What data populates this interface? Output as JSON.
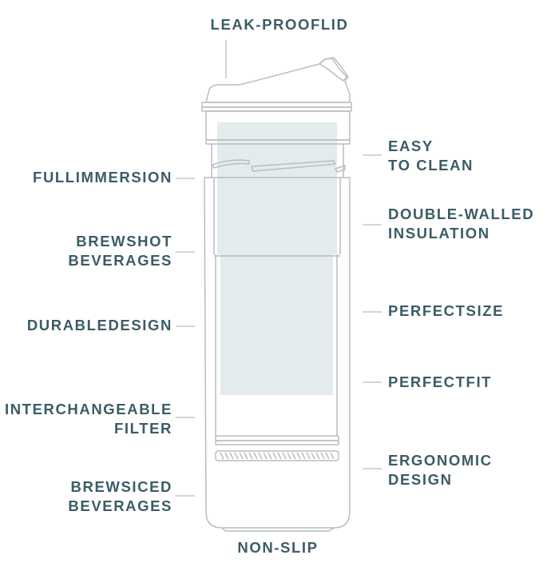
{
  "labels": {
    "lid": [
      "LEAK-PROOFLID"
    ],
    "full_immersion": [
      "FULLIMMERSION"
    ],
    "brew_hot": [
      "BREWSHOT",
      "BEVERAGES"
    ],
    "durable": [
      "DURABLEDESIGN"
    ],
    "filter": [
      "INTERCHANGEABLE",
      "FILTER"
    ],
    "brew_iced": [
      "BREWSICED",
      "BEVERAGES"
    ],
    "easy_clean": [
      "EASY",
      "TO CLEAN"
    ],
    "double_walled": [
      "DOUBLE-WALLED",
      "INSULATION"
    ],
    "perfect_size": [
      "PERFECTSIZE"
    ],
    "perfect_fit": [
      "PERFECTFIT"
    ],
    "ergonomic": [
      "ERGONOMIC",
      "DESIGN"
    ],
    "non_slip": [
      "NON-SLIP"
    ]
  },
  "colors": {
    "label_text": "#3b5c66",
    "outline": "#b9bdbf",
    "leader_line": "#c5c9cb",
    "filter_fill": "#e3ebed"
  }
}
